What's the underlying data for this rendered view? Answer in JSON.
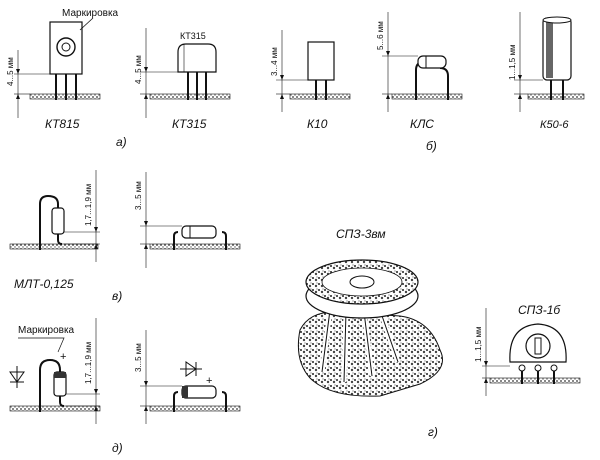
{
  "labels": {
    "marking": "Маркировка",
    "kt815": "КТ815",
    "kt315": "КТ315",
    "kt315_body": "КТ315",
    "k10": "К10",
    "kls": "КЛС",
    "k50_6": "К50-6",
    "mlt": "МЛТ-0,125",
    "sp3_3vm": "СПЗ-3вм",
    "sp3_1b": "СПЗ-1б",
    "marking_diode": "Маркировка",
    "plus": "+"
  },
  "dimensions": {
    "d_4_5_a": "4...5 мм",
    "d_4_5_b": "4...5 мм",
    "d_3_4": "3...4 мм",
    "d_5_6": "5...6 мм",
    "d_1_1_5_a": "1...1,5 мм",
    "d_1_7_1_9_a": "1,7...1,9 мм",
    "d_3_5_a": "3...5 мм",
    "d_1_7_1_9_b": "1,7...1,9 мм",
    "d_3_5_b": "3...5 мм",
    "d_1_1_5_b": "1...1,5 мм"
  },
  "panels": {
    "a": "а)",
    "b": "б)",
    "v": "в)",
    "g": "г)",
    "d": "д)"
  }
}
